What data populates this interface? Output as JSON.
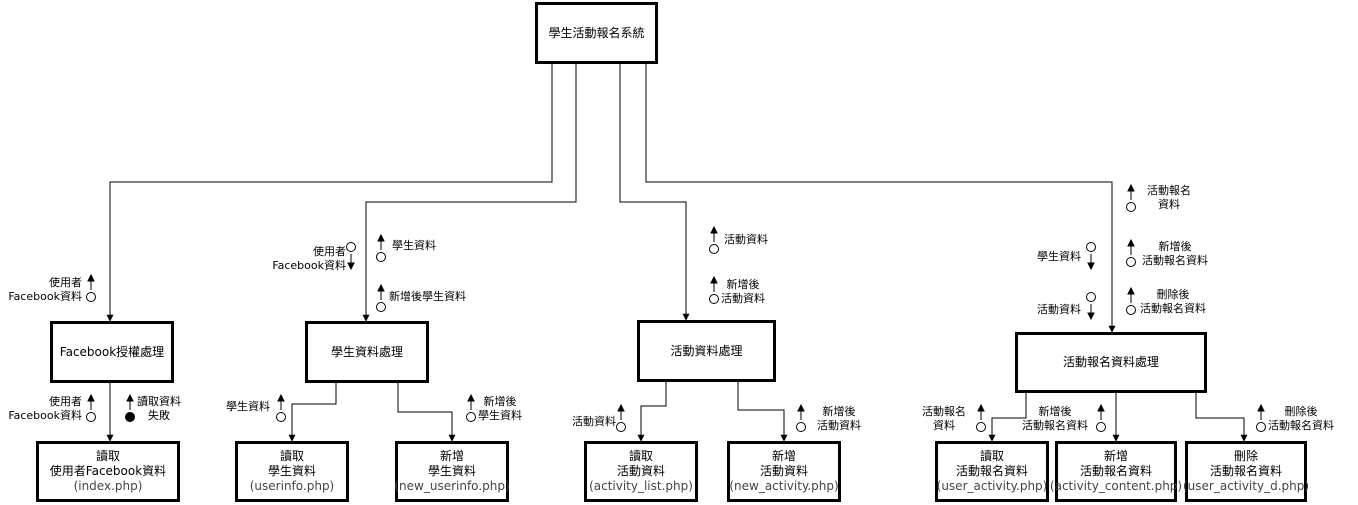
{
  "root": {
    "title": "學生活動報名系統"
  },
  "modules": {
    "fb_auth": {
      "title": "Facebook授權處理"
    },
    "student": {
      "title": "學生資料處理"
    },
    "activity": {
      "title": "活動資料處理"
    },
    "signup": {
      "title": "活動報名資料處理"
    }
  },
  "pages": {
    "read_fb": {
      "lines": [
        "讀取",
        "使用者Facebook資料"
      ],
      "file": "(index.php)"
    },
    "read_student": {
      "lines": [
        "讀取",
        "學生資料"
      ],
      "file": "(userinfo.php)"
    },
    "new_student": {
      "lines": [
        "新增",
        "學生資料"
      ],
      "file": "(new_userinfo.php)"
    },
    "read_activity": {
      "lines": [
        "讀取",
        "活動資料"
      ],
      "file": "(activity_list.php)"
    },
    "new_activity": {
      "lines": [
        "新增",
        "活動資料"
      ],
      "file": "(new_activity.php)"
    },
    "read_signup": {
      "lines": [
        "讀取",
        "活動報名資料"
      ],
      "file": "(user_activity.php)"
    },
    "new_signup": {
      "lines": [
        "新增",
        "活動報名資料"
      ],
      "file": "(activity_content.php)"
    },
    "delete_signup": {
      "lines": [
        "刪除",
        "活動報名資料"
      ],
      "file": "(user_activity_d.php)"
    }
  },
  "flows": {
    "fb_user_top": {
      "lines": [
        "使用者",
        "Facebook資料"
      ],
      "marker": "open-circle",
      "direction": "up"
    },
    "fb_user_bottom": {
      "lines": [
        "使用者",
        "Facebook資料"
      ],
      "marker": "open-circle",
      "direction": "up"
    },
    "fb_read_fail": {
      "lines": [
        "讀取資料",
        "失敗"
      ],
      "marker": "filled-circle",
      "direction": "up"
    },
    "stu_fb_user": {
      "lines": [
        "使用者",
        "Facebook資料"
      ],
      "marker": "open-circle",
      "direction": "down"
    },
    "stu_student_data": {
      "lines": [
        "學生資料"
      ],
      "marker": "open-circle",
      "direction": "up"
    },
    "stu_new_student_data": {
      "lines": [
        "新增後學生資料"
      ],
      "marker": "open-circle",
      "direction": "up"
    },
    "stu_read_data": {
      "lines": [
        "學生資料"
      ],
      "marker": "open-circle",
      "direction": "up"
    },
    "stu_new_data": {
      "lines": [
        "新增後",
        "學生資料"
      ],
      "marker": "open-circle",
      "direction": "up"
    },
    "act_data": {
      "lines": [
        "活動資料"
      ],
      "marker": "open-circle",
      "direction": "up"
    },
    "act_new_data": {
      "lines": [
        "新增後",
        "活動資料"
      ],
      "marker": "open-circle",
      "direction": "up"
    },
    "act_read_data": {
      "lines": [
        "活動資料"
      ],
      "marker": "open-circle",
      "direction": "up"
    },
    "act_new_page_data": {
      "lines": [
        "新增後",
        "活動資料"
      ],
      "marker": "open-circle",
      "direction": "up"
    },
    "sig_signup_data": {
      "lines": [
        "活動報名",
        "資料"
      ],
      "marker": "open-circle",
      "direction": "up"
    },
    "sig_student_data": {
      "lines": [
        "學生資料"
      ],
      "marker": "open-circle",
      "direction": "down"
    },
    "sig_new_signup": {
      "lines": [
        "新增後",
        "活動報名資料"
      ],
      "marker": "open-circle",
      "direction": "up"
    },
    "sig_activity_data": {
      "lines": [
        "活動資料"
      ],
      "marker": "open-circle",
      "direction": "down"
    },
    "sig_deleted_signup": {
      "lines": [
        "刪除後",
        "活動報名資料"
      ],
      "marker": "open-circle",
      "direction": "up"
    },
    "sig_read_data": {
      "lines": [
        "活動報名",
        "資料"
      ],
      "marker": "open-circle",
      "direction": "up"
    },
    "sig_new_data": {
      "lines": [
        "新增後",
        "活動報名資料"
      ],
      "marker": "open-circle",
      "direction": "up"
    },
    "sig_delete_data": {
      "lines": [
        "刪除後",
        "活動報名資料"
      ],
      "marker": "open-circle",
      "direction": "up"
    }
  }
}
